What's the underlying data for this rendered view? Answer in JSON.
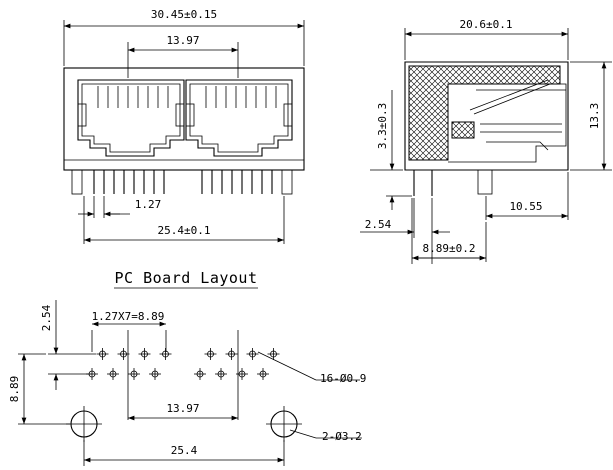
{
  "front_view": {
    "overall_width": "30.45±0.15",
    "port_pitch": "13.97",
    "pin_pitch": "1.27",
    "peg_spacing": "25.4±0.1"
  },
  "side_view": {
    "depth": "20.6±0.1",
    "height": "13.3",
    "standoff": "3.3±0.3",
    "pin_offset": "2.54",
    "peg_offset": "10.55",
    "row_spacing": "8.89±0.2"
  },
  "pcb_layout": {
    "title": "PC Board Layout",
    "row_offset": "2.54",
    "pin_span": "1.27X7=8.89",
    "row_spacing": "8.89",
    "port_pitch": "13.97",
    "peg_spacing": "25.4",
    "pin_holes": "16-Ø0.9",
    "peg_holes": "2-Ø3.2"
  }
}
